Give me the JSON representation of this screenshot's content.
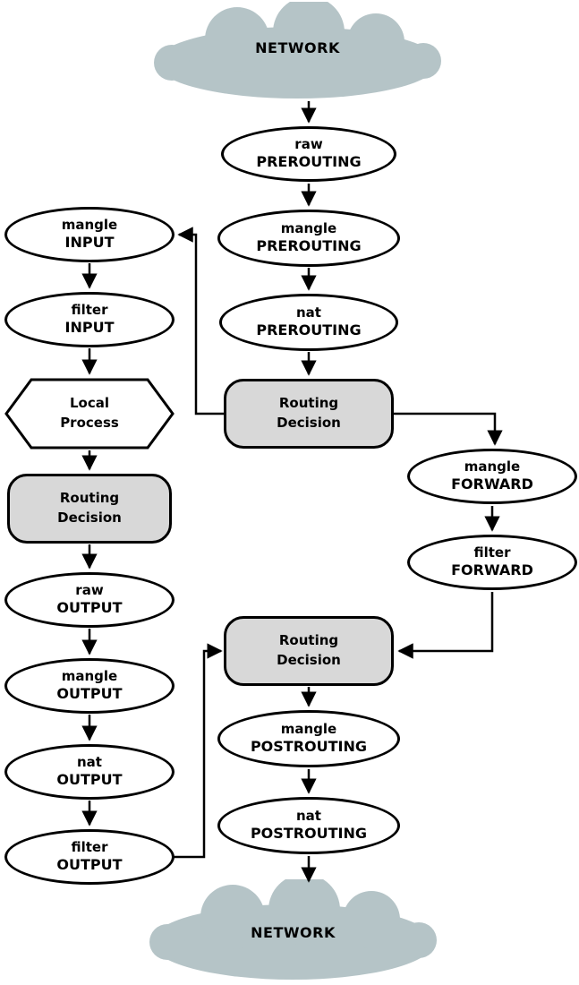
{
  "diagram": {
    "colors": {
      "node_fill": "#ffffff",
      "decision_fill": "#d8d8d8",
      "cloud_fill": "#b5c4c7",
      "border": "#000000"
    },
    "clouds": {
      "top": {
        "label": "NETWORK"
      },
      "bottom": {
        "label": "NETWORK"
      }
    },
    "nodes": {
      "raw_prerouting": {
        "table": "raw",
        "chain": "PREROUTING"
      },
      "mangle_prerouting": {
        "table": "mangle",
        "chain": "PREROUTING"
      },
      "nat_prerouting": {
        "table": "nat",
        "chain": "PREROUTING"
      },
      "routing_decision_main": {
        "line1": "Routing",
        "line2": "Decision"
      },
      "mangle_input": {
        "table": "mangle",
        "chain": "INPUT"
      },
      "filter_input": {
        "table": "filter",
        "chain": "INPUT"
      },
      "local_process": {
        "line1": "Local",
        "line2": "Process"
      },
      "routing_decision_output": {
        "line1": "Routing",
        "line2": "Decision"
      },
      "raw_output": {
        "table": "raw",
        "chain": "OUTPUT"
      },
      "mangle_output": {
        "table": "mangle",
        "chain": "OUTPUT"
      },
      "nat_output": {
        "table": "nat",
        "chain": "OUTPUT"
      },
      "filter_output": {
        "table": "filter",
        "chain": "OUTPUT"
      },
      "mangle_forward": {
        "table": "mangle",
        "chain": "FORWARD"
      },
      "filter_forward": {
        "table": "filter",
        "chain": "FORWARD"
      },
      "routing_decision_post": {
        "line1": "Routing",
        "line2": "Decision"
      },
      "mangle_postrouting": {
        "table": "mangle",
        "chain": "POSTROUTING"
      },
      "nat_postrouting": {
        "table": "nat",
        "chain": "POSTROUTING"
      }
    }
  }
}
